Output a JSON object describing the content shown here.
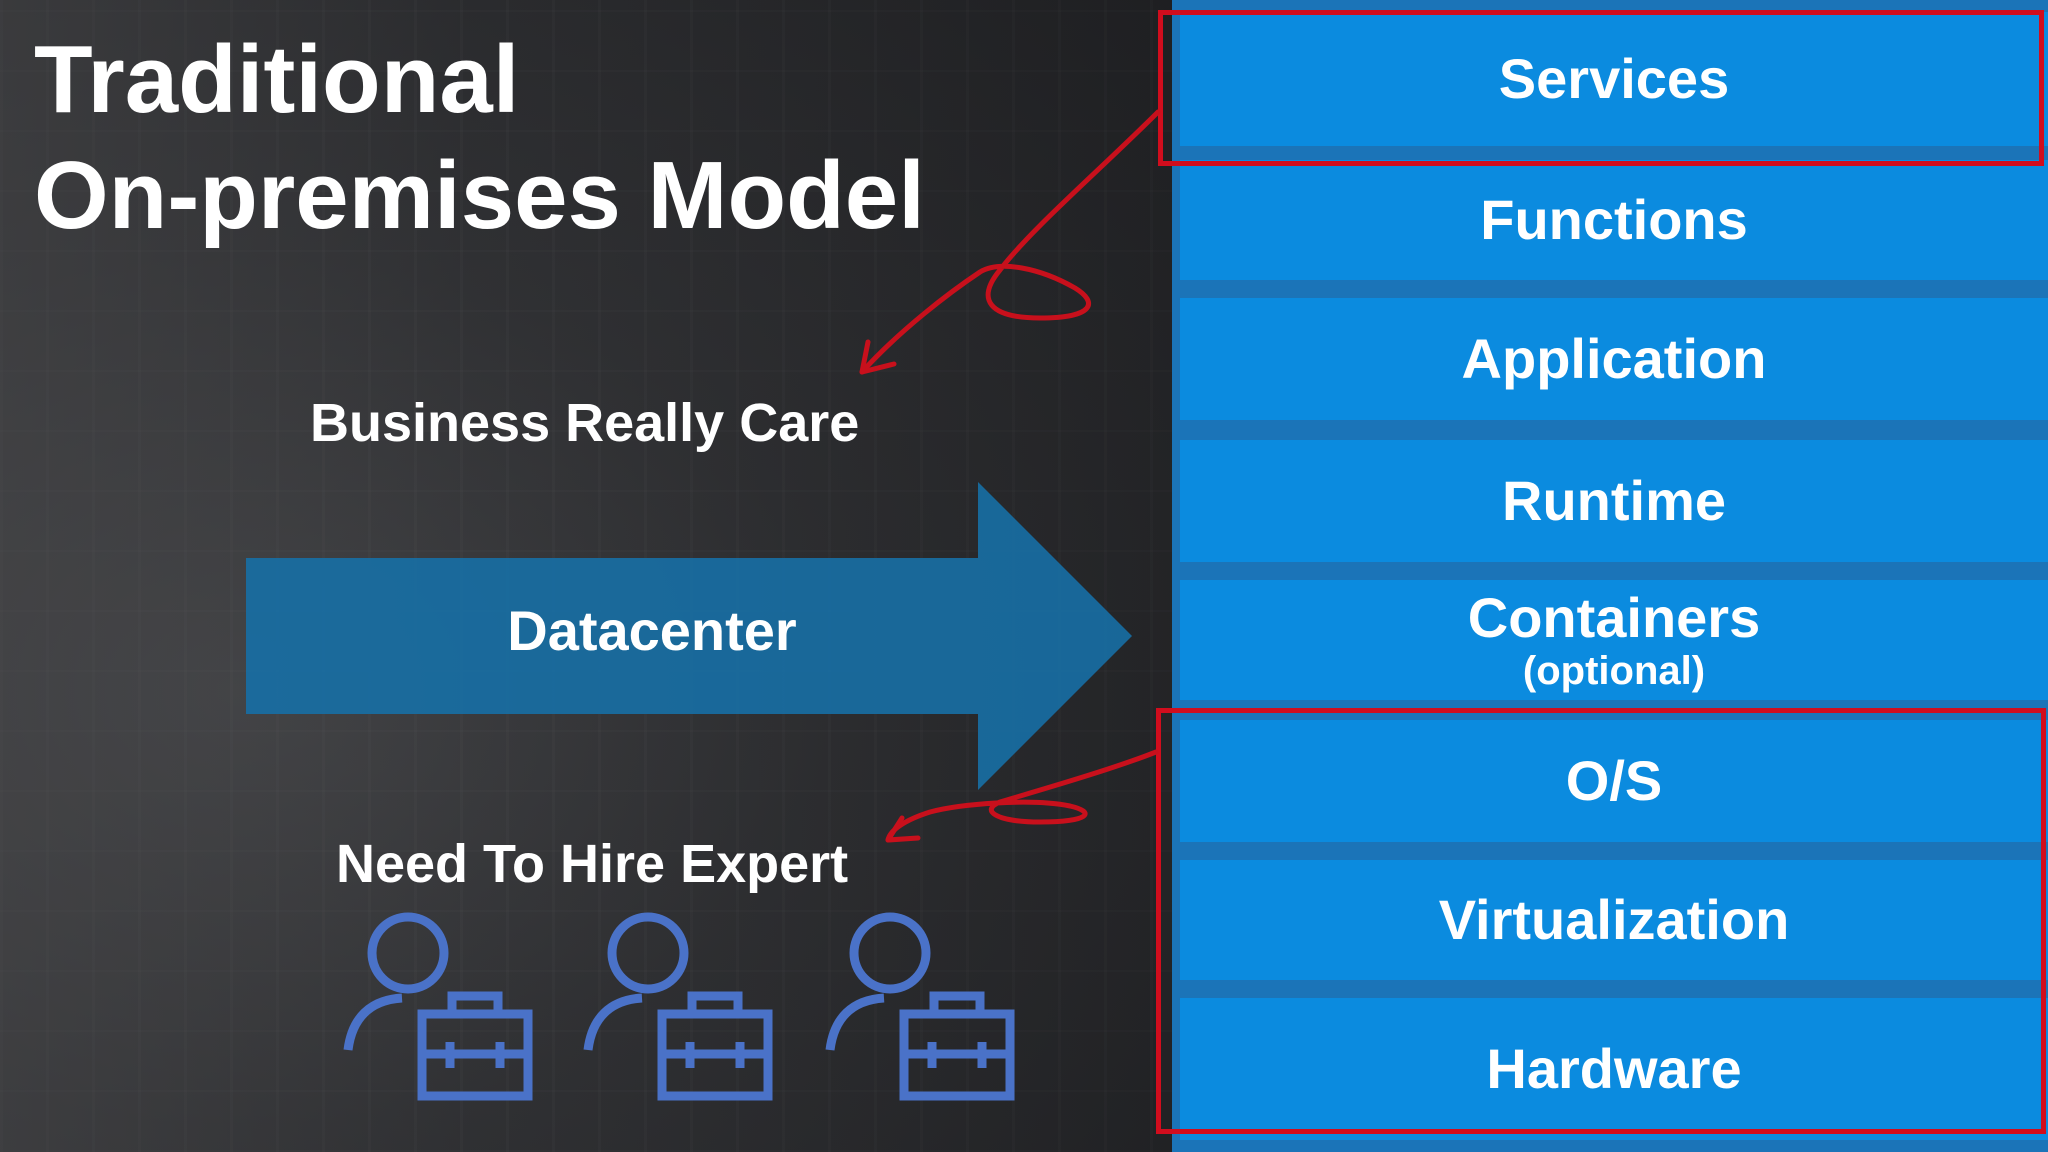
{
  "slide": {
    "title_line1": "Traditional",
    "title_line2": "On-premises Model",
    "business_label": "Business Really Care",
    "hire_label": "Need To Hire Expert",
    "arrow_label": "Datacenter"
  },
  "stack_layers": [
    {
      "label": "Services",
      "sub": ""
    },
    {
      "label": "Functions",
      "sub": ""
    },
    {
      "label": "Application",
      "sub": ""
    },
    {
      "label": "Runtime",
      "sub": ""
    },
    {
      "label": "Containers",
      "sub": "(optional)"
    },
    {
      "label": "O/S",
      "sub": ""
    },
    {
      "label": "Virtualization",
      "sub": ""
    },
    {
      "label": "Hardware",
      "sub": ""
    }
  ],
  "icons": {
    "expert": "person-with-toolbox-icon",
    "arrow": "right-arrow-shape"
  },
  "colors": {
    "layer_fill": "#0b8bdf",
    "layer_gap": "#1b74b8",
    "highlight": "#d10d1d",
    "arrow_fill": "#176fa5",
    "icon_stroke": "#4a72c8",
    "text": "#ffffff"
  }
}
